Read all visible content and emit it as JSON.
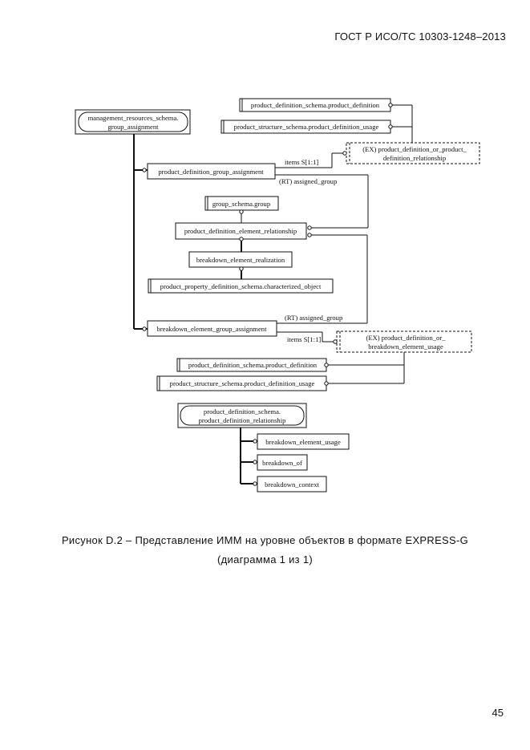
{
  "header": {
    "standard": "ГОСТ Р ИСО/ТС 10303-1248–2013"
  },
  "diagram": {
    "schema_mrs_line1": "management_resources_schema.",
    "schema_mrs_line2": "group_assignment",
    "pdsc_pd": "product_definition_schema.product_definition",
    "pss_pdu": "product_structure_schema.product_definition_usage",
    "ex1_line1": "(EX) product_definition_or_product_",
    "ex1_line2": "definition_relationship",
    "items1": "items S[1:1]",
    "pdga": "product_definition_group_assignment",
    "rt1": "(RT) assigned_group",
    "gsg": "group_schema.group",
    "pder": "product_definition_element_relationship",
    "ber": "breakdown_element_realization",
    "ppdsco": "product_property_definition_schema.characterized_object",
    "rt2": "(RT) assigned_group",
    "bega": "breakdown_element_group_assignment",
    "items2": "items S[1:1]",
    "ex2_line1": "(EX) product_definition_or_",
    "ex2_line2": "breakdown_element_usage",
    "pdsc_pd2": "product_definition_schema.product_definition",
    "pss_pdu2": "product_structure_schema.product_definition_usage",
    "schema_pdr_line1": "product_definition_schema.",
    "schema_pdr_line2": "product_definition_relationship",
    "beu": "breakdown_element_usage",
    "bof": "breakdown_of",
    "bctx": "breakdown_context"
  },
  "caption": {
    "line1": "Рисунок D.2 – Представление ИММ на уровне объектов в формате EXPRESS-G",
    "line2": "(диаграмма 1 из 1)"
  },
  "page_number": "45"
}
